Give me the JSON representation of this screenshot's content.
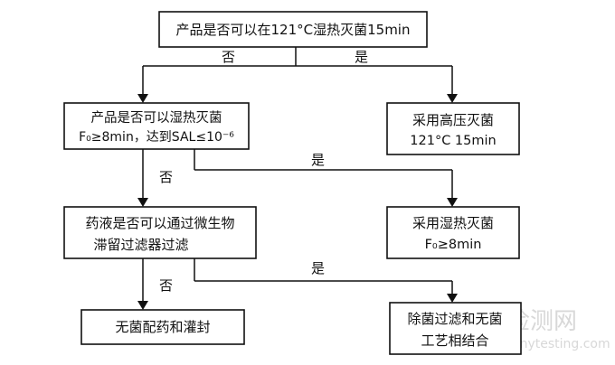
{
  "nodes": {
    "start": {
      "lines": [
        "产品是否可以在121°C湿热灭菌15min"
      ]
    },
    "q2": {
      "lines": [
        "产品是否可以湿热灭菌",
        "F₀≥8min，达到SAL≤10⁻⁶"
      ]
    },
    "high_pressure": {
      "lines": [
        "采用高压灭菌",
        "121°C 15min"
      ]
    },
    "q3": {
      "lines": [
        "药液是否可以通过微生物",
        "滞留过滤器过滤"
      ]
    },
    "moist_heat": {
      "lines": [
        "采用湿热灭菌",
        "F₀≥8min"
      ]
    },
    "aseptic": {
      "lines": [
        "无菌配药和灌封"
      ]
    },
    "filter_aseptic": {
      "lines": [
        "除菌过滤和无菌",
        "工艺相结合"
      ]
    }
  },
  "edge_labels": {
    "no1": "否",
    "yes1": "是",
    "no2": "否",
    "yes2": "是",
    "no3": "否",
    "yes3": "是"
  },
  "watermark": {
    "line1": "检测网",
    "line2": "anytesting.com"
  },
  "colors": {
    "stroke": "#111111",
    "background": "#ffffff",
    "watermark": "#d8d8d8"
  }
}
